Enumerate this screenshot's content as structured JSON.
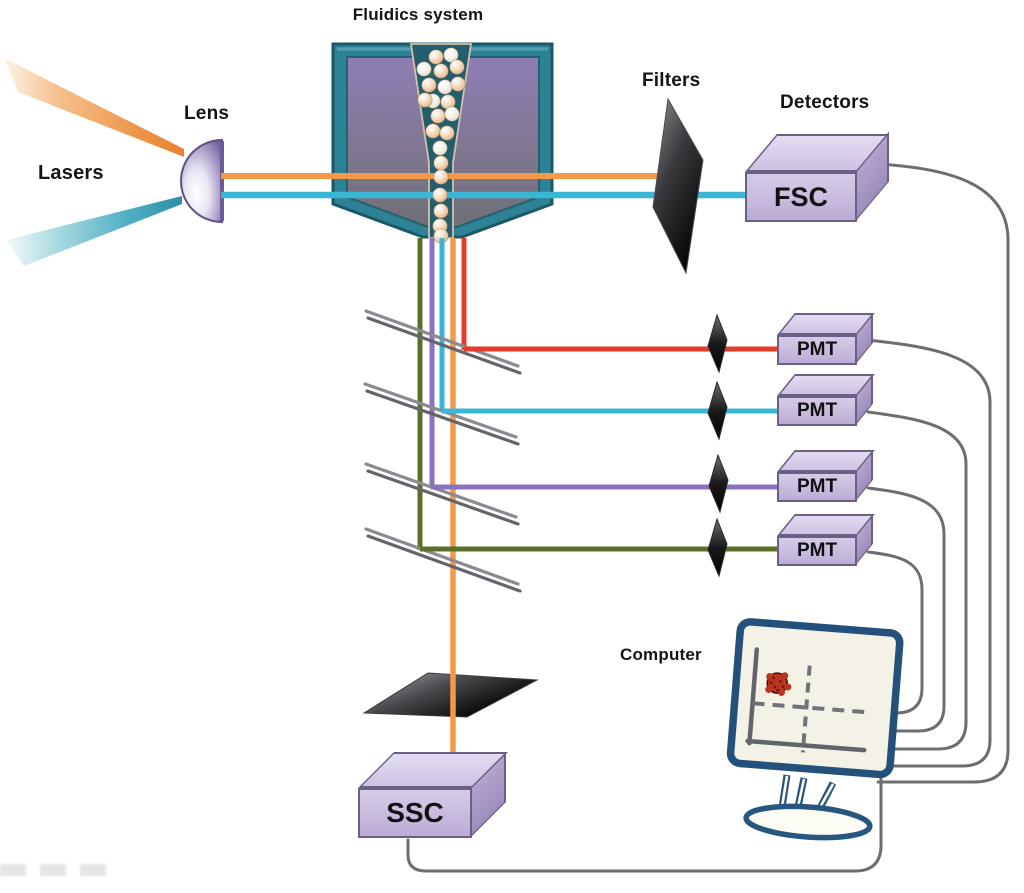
{
  "diagram": {
    "labels": {
      "fluidics_system": "Fluidics system",
      "lasers": "Lasers",
      "lens": "Lens",
      "filters": "Filters",
      "detectors": "Detectors",
      "computer": "Computer"
    },
    "detector_boxes": {
      "fsc": "FSC",
      "ssc": "SSC",
      "pmts": [
        "PMT",
        "PMT",
        "PMT",
        "PMT"
      ]
    },
    "colors": {
      "beam_orange": "#F2994A",
      "beam_cyan": "#3BB7D6",
      "beam_red": "#E23B2E",
      "beam_purple": "#8A72BE",
      "beam_green": "#5A7028",
      "chamber_teal": "#2E8296",
      "chamber_face_purple": "#8A7BB0",
      "box_fill": "#C9BCDF",
      "mirror_gray": "#7C7C82",
      "filter_dark": "#1A1A1C",
      "wire_gray": "#6E6E6E",
      "monitor_frame_blue": "#24507C",
      "screen_cream": "#F4F1E6",
      "scatter_red": "#BB3420",
      "bead_peach": "#E9BD92"
    }
  }
}
